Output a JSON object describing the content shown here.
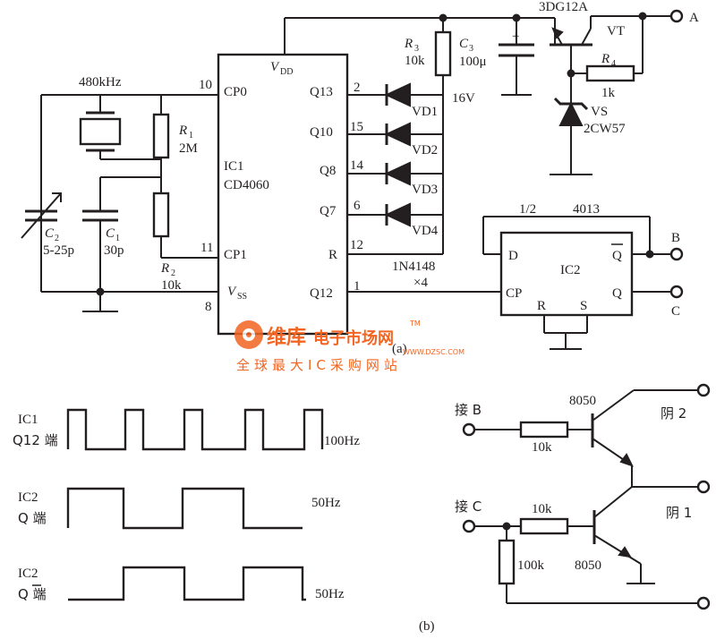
{
  "circuit_a": {
    "ic1": {
      "name": "IC1",
      "part": "CD4060",
      "vdd": "V",
      "vdd_sub": "DD",
      "vss": "V",
      "vss_sub": "SS",
      "pins": {
        "cp0": "CP0",
        "cp0_num": "10",
        "cp1": "CP1",
        "cp1_num": "11",
        "vss_num": "8",
        "q13": "Q13",
        "q13_num": "2",
        "q10": "Q10",
        "q10_num": "15",
        "q8": "Q8",
        "q8_num": "14",
        "q7": "Q7",
        "q7_num": "6",
        "r": "R",
        "r_num": "12",
        "q12": "Q12",
        "q12_num": "1"
      }
    },
    "crystal_freq": "480kHz",
    "r1": {
      "ref": "R",
      "sub": "1",
      "value": "2M"
    },
    "r2": {
      "ref": "R",
      "sub": "2",
      "value": "10k"
    },
    "c1": {
      "ref": "C",
      "sub": "1",
      "value": "30p"
    },
    "c2": {
      "ref": "C",
      "sub": "2",
      "value": "5-25p"
    },
    "r3": {
      "ref": "R",
      "sub": "3",
      "value": "10k"
    },
    "c3": {
      "ref": "C",
      "sub": "3",
      "value": "100μ",
      "voltage": "16V",
      "plus": "+"
    },
    "diodes": {
      "vd1": "VD1",
      "vd2": "VD2",
      "vd3": "VD3",
      "vd4": "VD4",
      "part": "1N4148",
      "count": "×4"
    },
    "transistor": {
      "part": "3DG12A",
      "ref": "VT"
    },
    "r4": {
      "ref": "R",
      "sub": "4",
      "value": "1k"
    },
    "zener": {
      "ref": "VS",
      "part": "2CW57"
    },
    "ic2": {
      "half": "1/2",
      "part": "4013",
      "name": "IC2",
      "d": "D",
      "q": "Q",
      "qbar": "Q",
      "cp": "CP",
      "r": "R",
      "s": "S"
    },
    "terminals": {
      "a": "A",
      "b": "B",
      "c": "C"
    },
    "caption": "(a)"
  },
  "waveforms": {
    "ic1_q12": {
      "label1": "IC1",
      "label2": "Q12 端",
      "freq": "100Hz"
    },
    "ic2_q": {
      "label1": "IC2",
      "label2": "Q 端",
      "freq": "50Hz"
    },
    "ic2_qbar": {
      "label1": "IC2",
      "label2": "Q 端",
      "freq": "50Hz"
    }
  },
  "circuit_b": {
    "in_b": "接 B",
    "in_c": "接 C",
    "r_b": "10k",
    "r_c": "10k",
    "r_pull": "100k",
    "t1": "8050",
    "t2": "8050",
    "out2": "阴 2",
    "out1": "阴 1"
  },
  "caption_b": "(b)",
  "watermark": {
    "brand": "维库",
    "brand2": "电子市场网",
    "url": "WWW.DZSC.COM",
    "slogan": "全球最大IC采购网站",
    "tm": "TM"
  }
}
